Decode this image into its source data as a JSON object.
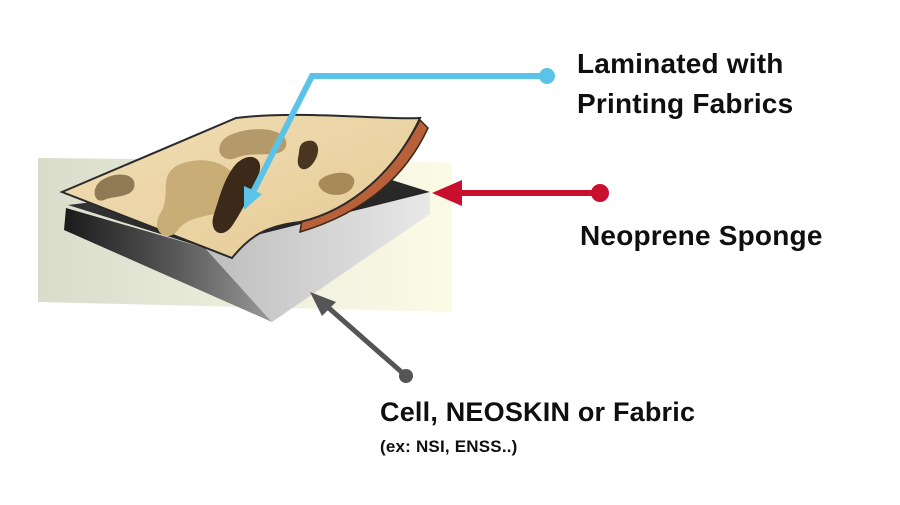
{
  "labels": {
    "laminated_line1": "Laminated with",
    "laminated_line2": "Printing Fabrics",
    "neoprene": "Neoprene Sponge",
    "cell": "Cell, NEOSKIN or Fabric",
    "cell_example": "(ex: NSI, ENSS..)"
  },
  "colors": {
    "laminated_pointer": "#5cc3e8",
    "neoprene_pointer": "#c8102e",
    "cell_pointer": "#555555",
    "text": "#0f0f10"
  }
}
